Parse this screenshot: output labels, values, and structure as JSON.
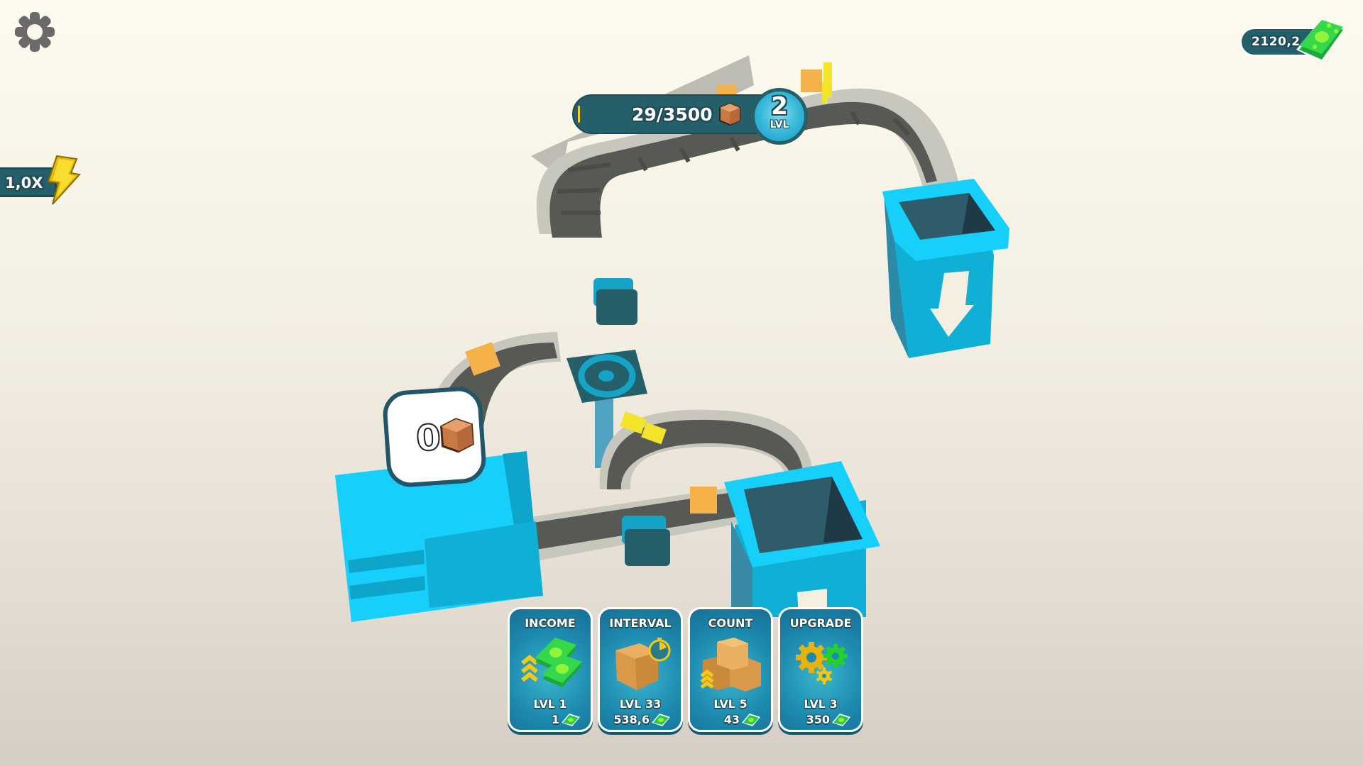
{
  "hud": {
    "settings_icon": "gear-icon",
    "money": {
      "value": "2120,2",
      "icon": "cash-stack-icon"
    },
    "multiplier": {
      "value": "1,0X",
      "icon": "lightning-bolt-icon"
    }
  },
  "level_progress": {
    "current": 29,
    "target": 3500,
    "label": "29/3500",
    "icon": "box-icon",
    "level_number": "2",
    "level_label": "LVL"
  },
  "box_counter": {
    "value": "0",
    "icon": "box-icon"
  },
  "upgrade_cards": [
    {
      "title": "INCOME",
      "level": "LVL 1",
      "price": "1",
      "icon": "cash-upgrade-icon"
    },
    {
      "title": "INTERVAL",
      "level": "LVL 33",
      "price": "538,6",
      "icon": "box-timer-icon"
    },
    {
      "title": "COUNT",
      "level": "LVL 5",
      "price": "43",
      "icon": "box-stack-icon"
    },
    {
      "title": "UPGRADE",
      "level": "LVL 3",
      "price": "350",
      "icon": "gears-icon"
    }
  ],
  "colors": {
    "hud_teal": "#255f6a",
    "machine_cyan": "#16d0fb",
    "machine_blue": "#0fafd6",
    "conveyor_belt": "#555754",
    "conveyor_rail": "#c5c4bb",
    "box_orange": "#f5b24a",
    "gate_yellow": "#f3e32a",
    "card_blue": "#1d8aaf",
    "cash_green": "#1fb33e"
  }
}
